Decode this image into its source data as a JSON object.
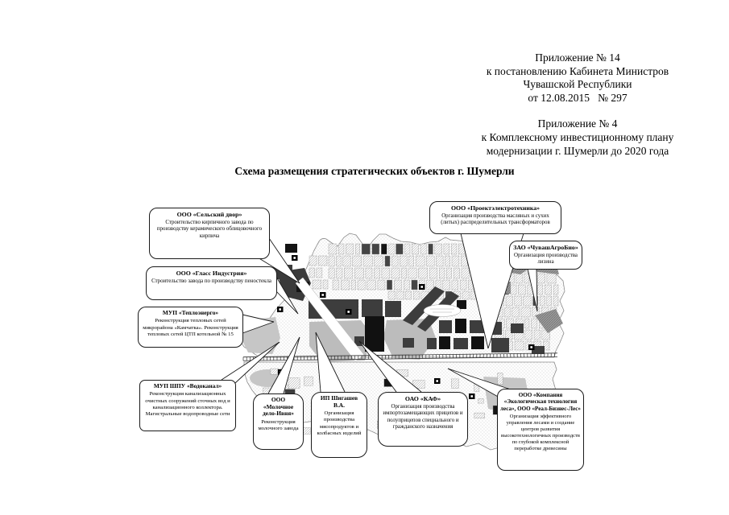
{
  "page": {
    "header1": [
      "Приложение № 14",
      "к постановлению Кабинета Министров",
      "Чувашской Республики",
      "от 12.08.2015   № 297"
    ],
    "header2": [
      "Приложение № 4",
      "к Комплексному инвестиционному плану",
      "модернизации г. Шумерли до 2020 года"
    ],
    "title": "Схема размещения стратегических объектов г. Шумерли"
  },
  "callouts": [
    {
      "id": "selsky-dvor",
      "title": "ООО «Сельский двор»",
      "body": "Строительство кирпичного завода по производству керамического облицовочного кирпича"
    },
    {
      "id": "glass-industria",
      "title": "ООО «Гласс Индустрия»",
      "body": "Строительство завода по производству пеностекла"
    },
    {
      "id": "teploenergo",
      "title": "МУП «Теплоэнерго»",
      "body": "Реконструкция тепловых сетей микрорайона «Камчатка». Реконструкция тепловых сетей ЦТП котельной № 15"
    },
    {
      "id": "vodokanal",
      "title": "МУП ШПУ «Водоканал»",
      "body": "Реконструкция канализационных очистных сооружений сточных вод и канализационного коллектора. Магистральные водопроводные сети"
    },
    {
      "id": "molochnoe-delo",
      "title": "ООО «Молочное дело-Ивня»",
      "body": "Реконструкция молочного завода"
    },
    {
      "id": "shigashev",
      "title": "ИП Шигашев В.А.",
      "body": "Организация производства мясопродуктов и колбасных изделий"
    },
    {
      "id": "kaf",
      "title": "ОАО «КАФ»",
      "body": "Организация производства импортозамещающих прицепов и полуприцепов специального и гражданского назначения"
    },
    {
      "id": "proektelektrotehnika",
      "title": "ООО «Проектэлектротехника»",
      "body": "Организация производства масляных и сухих (литых) распределительных трансформаторов"
    },
    {
      "id": "chuvashagrobio",
      "title": "ЗАО «ЧувашАгроБио»",
      "body": "Организация производства лизина"
    },
    {
      "id": "ekotehnologia-lesa",
      "title": "ООО «Компания «Экологическая технология леса», ООО «Реал-Бизнес-Лес»",
      "body": "Организация эффективного управления лесами и создание центров развития высокотехнологичных производств по глубокой комплексной переработке древесины"
    }
  ]
}
